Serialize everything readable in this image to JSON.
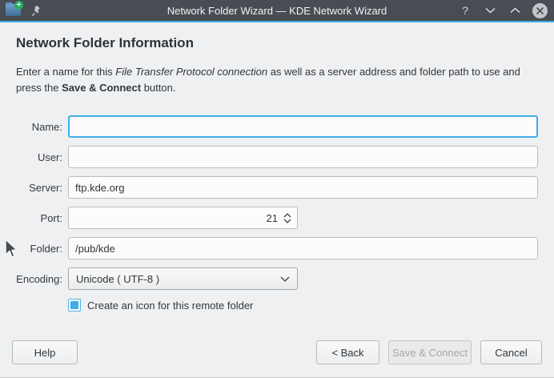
{
  "titlebar": {
    "title": "Network Folder Wizard — KDE Network Wizard",
    "controls": {
      "help": "?",
      "close": "✕"
    },
    "app_badge": "+"
  },
  "colors": {
    "accent": "#3daee9",
    "titlebar": "#474d53",
    "background": "#eff0f1",
    "focus_border": "#40ade7"
  },
  "page": {
    "heading": "Network Folder Information",
    "description": {
      "part1": "Enter a name for this ",
      "italic": "File Transfer Protocol connection",
      "part2": " as well as a server address and folder path to use and press the ",
      "bold": "Save & Connect",
      "part3": " button."
    }
  },
  "form": {
    "name": {
      "label": "Name:",
      "value": ""
    },
    "user": {
      "label": "User:",
      "value": ""
    },
    "server": {
      "label": "Server:",
      "value": "ftp.kde.org"
    },
    "port": {
      "label": "Port:",
      "value": "21"
    },
    "folder": {
      "label": "Folder:",
      "value": "/pub/kde"
    },
    "encoding": {
      "label": "Encoding:",
      "value": "Unicode ( UTF-8 )"
    },
    "checkbox": {
      "label": "Create an icon for this remote folder",
      "checked": true
    }
  },
  "buttons": {
    "help": "Help",
    "back": "< Back",
    "save": "Save & Connect",
    "cancel": "Cancel"
  }
}
